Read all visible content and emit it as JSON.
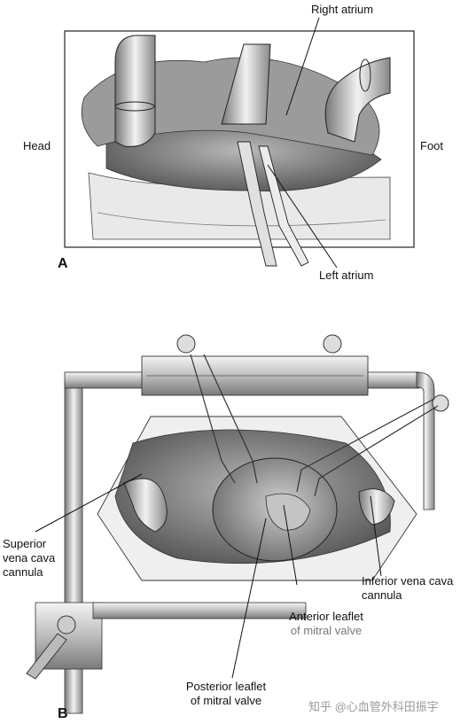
{
  "panel_a": {
    "letter": "A",
    "labels": {
      "right_atrium": "Right atrium",
      "head": "Head",
      "foot": "Foot",
      "left_atrium": "Left atrium"
    }
  },
  "panel_b": {
    "letter": "B",
    "labels": {
      "svc_line1": "Superior",
      "svc_line2": "vena cava",
      "svc_line3": "cannula",
      "ivc_line1": "Inferior vena cava",
      "ivc_line2": "cannula",
      "anterior_line1": "Anterior leaflet",
      "anterior_line2": "of mitral valve",
      "posterior_line1": "Posterior leaflet",
      "posterior_line2": "of mitral valve"
    }
  },
  "watermark": "知乎 @心血管外科田振宇"
}
